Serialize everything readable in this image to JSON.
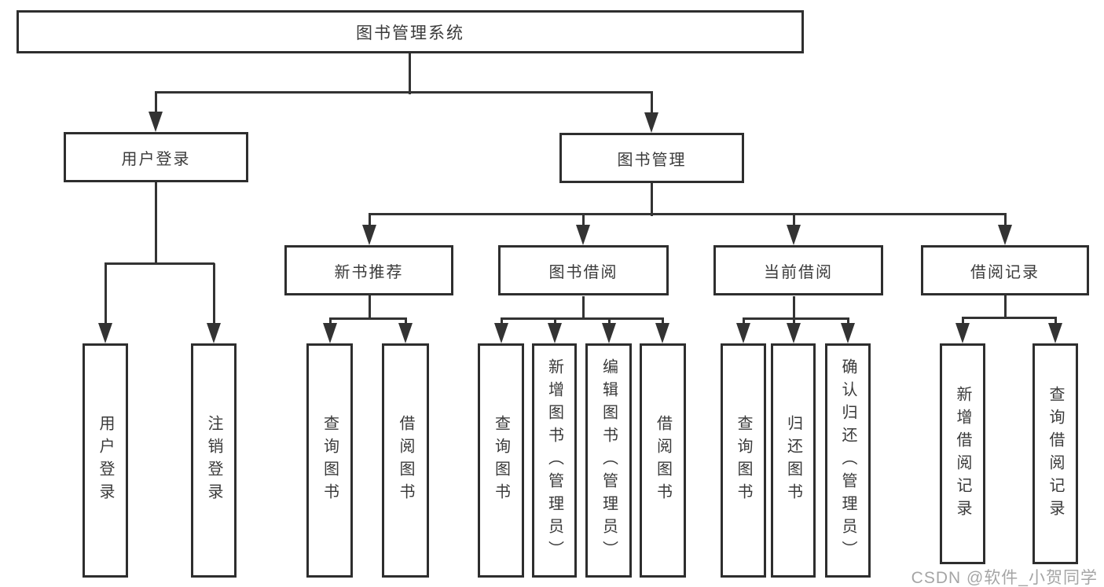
{
  "tree": {
    "label": "图书管理系统",
    "children": [
      {
        "label": "用户登录",
        "children": [
          {
            "label": "用户登录"
          },
          {
            "label": "注销登录"
          }
        ]
      },
      {
        "label": "图书管理",
        "children": [
          {
            "label": "新书推荐",
            "children": [
              {
                "label": "查询图书"
              },
              {
                "label": "借阅图书"
              }
            ]
          },
          {
            "label": "图书借阅",
            "children": [
              {
                "label": "查询图书"
              },
              {
                "label": "新增图书（管理员）"
              },
              {
                "label": "编辑图书（管理员）"
              },
              {
                "label": "借阅图书"
              }
            ]
          },
          {
            "label": "当前借阅",
            "children": [
              {
                "label": "查询图书"
              },
              {
                "label": "归还图书"
              },
              {
                "label": "确认归还（管理员）"
              }
            ]
          },
          {
            "label": "借阅记录",
            "children": [
              {
                "label": "新增借阅记录"
              },
              {
                "label": "查询借阅记录"
              }
            ]
          }
        ]
      }
    ]
  },
  "colors": {
    "line": "#333333",
    "box_border": "#2e2e2e",
    "text": "#3a3a3a",
    "background": "#ffffff",
    "watermark": "#9b9b9b"
  },
  "watermark": {
    "text": "CSDN @软件_小贺同学"
  }
}
